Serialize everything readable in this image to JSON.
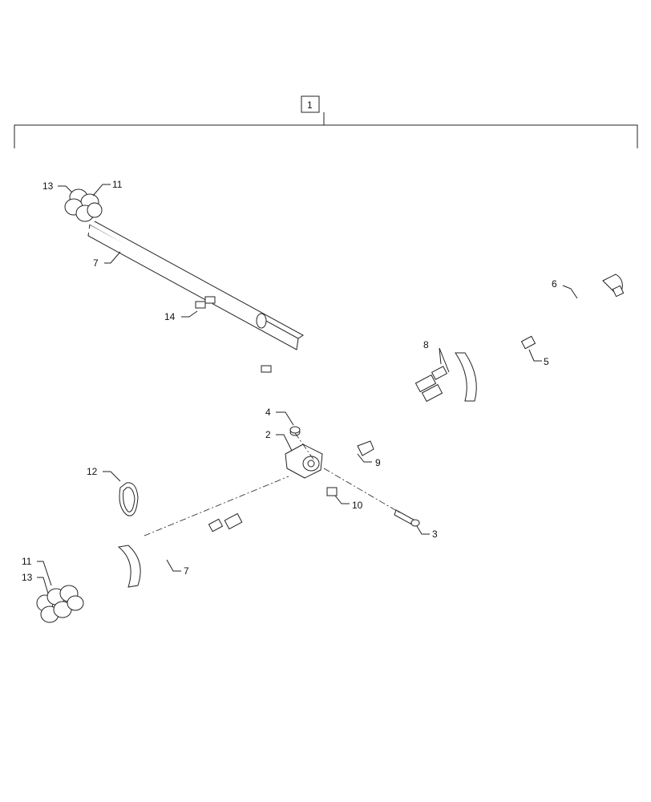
{
  "diagram": {
    "assembly_label": "1",
    "callouts": {
      "c13_top": "13",
      "c11_top": "11",
      "c7_top": "7",
      "c14": "14",
      "c6": "6",
      "c8": "8",
      "c5": "5",
      "c4": "4",
      "c2": "2",
      "c9": "9",
      "c12": "12",
      "c10": "10",
      "c3": "3",
      "c11_bottom": "11",
      "c13_bottom": "13",
      "c7_bottom": "7"
    }
  }
}
